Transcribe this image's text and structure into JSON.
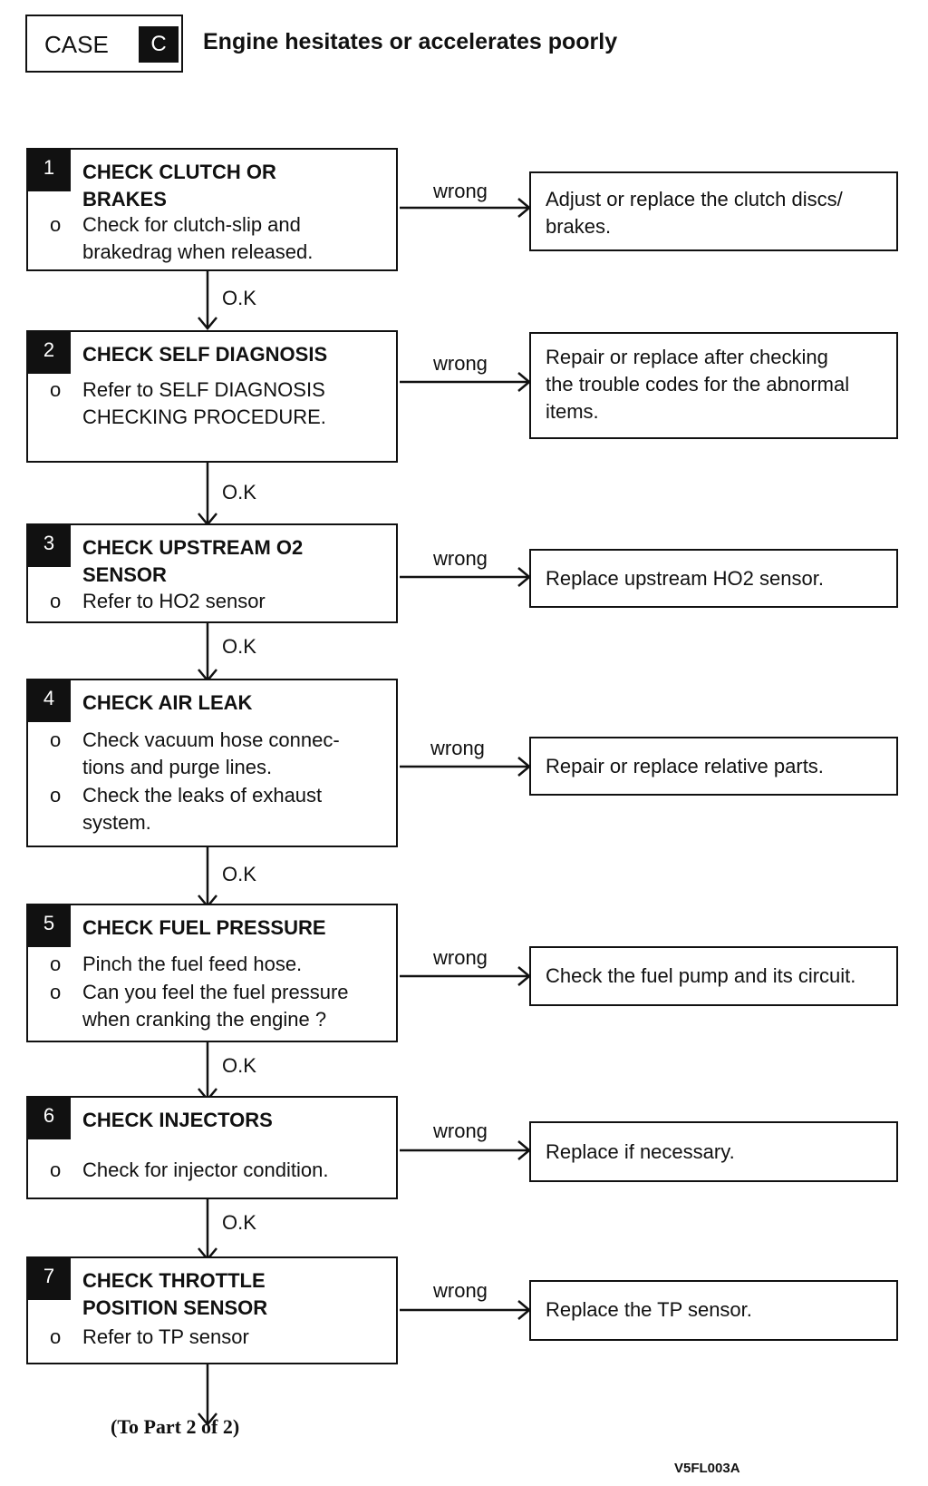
{
  "header": {
    "case_label": "CASE",
    "case_letter": "C",
    "title": "Engine hesitates or accelerates poorly"
  },
  "labels": {
    "wrong": "wrong",
    "ok": "O.K",
    "continue": "(To Part 2 of 2)",
    "figure_code": "V5FL003A",
    "bullet": "o"
  },
  "steps": [
    {
      "number": "1",
      "title": "CHECK CLUTCH OR\nBRAKES",
      "bullets": [
        "Check for clutch-slip and\nbrakedrag when released."
      ],
      "action": "Adjust or replace the clutch discs/\nbrakes."
    },
    {
      "number": "2",
      "title": "CHECK SELF DIAGNOSIS",
      "bullets": [
        "Refer to SELF DIAGNOSIS\nCHECKING PROCEDURE."
      ],
      "action": "Repair or replace after checking\nthe trouble codes for the abnormal\nitems."
    },
    {
      "number": "3",
      "title": "CHECK UPSTREAM O2\nSENSOR",
      "bullets": [
        "Refer to HO2 sensor"
      ],
      "action": "Replace upstream HO2 sensor."
    },
    {
      "number": "4",
      "title": "CHECK AIR LEAK",
      "bullets": [
        "Check vacuum hose connec-\ntions and purge lines.",
        "Check the leaks of exhaust\nsystem."
      ],
      "action": "Repair or replace relative parts."
    },
    {
      "number": "5",
      "title": "CHECK FUEL PRESSURE",
      "bullets": [
        "Pinch the fuel feed hose.",
        "Can you feel the fuel pressure\nwhen cranking the engine ?"
      ],
      "action": "Check the fuel pump and its circuit."
    },
    {
      "number": "6",
      "title": "CHECK INJECTORS",
      "bullets": [
        "Check for injector condition."
      ],
      "action": "Replace if necessary."
    },
    {
      "number": "7",
      "title": "CHECK THROTTLE\nPOSITION SENSOR",
      "bullets": [
        "Refer to TP sensor"
      ],
      "action": "Replace the TP sensor."
    }
  ]
}
